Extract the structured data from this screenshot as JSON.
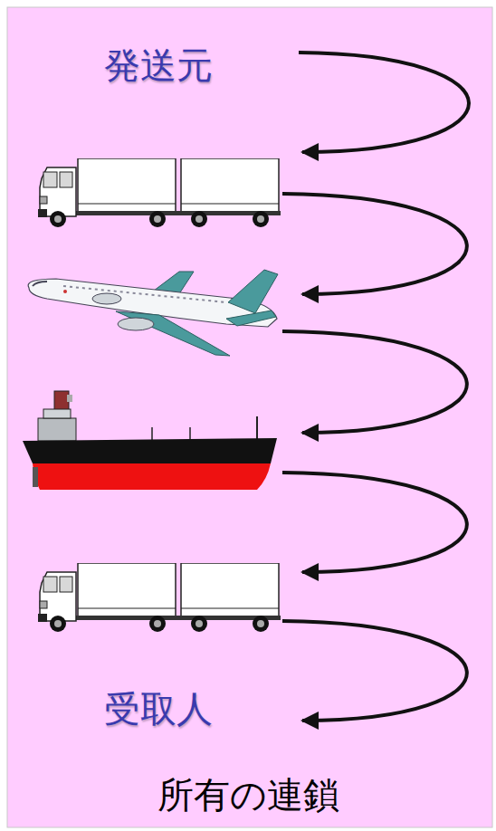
{
  "diagram": {
    "caption": "所有の連鎖",
    "labels": [
      "発送元",
      "受取人"
    ]
  }
}
